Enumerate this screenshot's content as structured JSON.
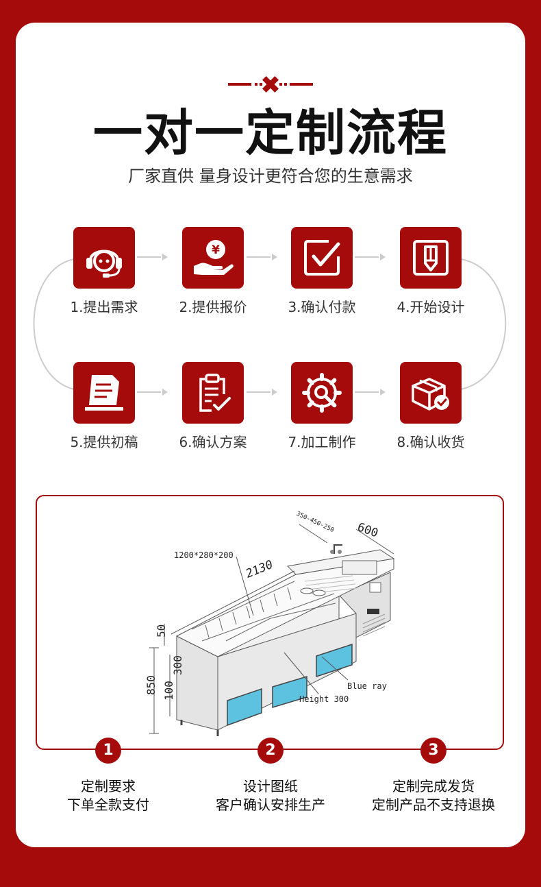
{
  "header": {
    "title": "一对一定制流程",
    "subtitle": "厂家直供 量身设计更符合您的生意需求"
  },
  "steps": [
    {
      "label": "1.提出需求",
      "icon": "headset-icon"
    },
    {
      "label": "2.提供报价",
      "icon": "yen-coin-hand-icon"
    },
    {
      "label": "3.确认付款",
      "icon": "checkbox-icon"
    },
    {
      "label": "4.开始设计",
      "icon": "pencil-document-icon"
    },
    {
      "label": "5.提供初稿",
      "icon": "draft-document-icon"
    },
    {
      "label": "6.确认方案",
      "icon": "clipboard-check-icon"
    },
    {
      "label": "7.加工制作",
      "icon": "gear-wrench-icon"
    },
    {
      "label": "8.确认收货",
      "icon": "package-check-icon"
    }
  ],
  "drawing": {
    "dim_width": "2130",
    "dim_depth": "600",
    "dim_side": "350-450-250",
    "dim_basin": "1200*280*200",
    "dim_50": "50",
    "dim_300": "300",
    "dim_100": "100",
    "dim_850": "850",
    "label_blue": "Blue ray",
    "label_height": "Height 300"
  },
  "notes": [
    {
      "num": "1",
      "line1": "定制要求",
      "line2": "下单全款支付"
    },
    {
      "num": "2",
      "line1": "设计图纸",
      "line2": "客户确认安排生产"
    },
    {
      "num": "3",
      "line1": "定制完成发货",
      "line2": "定制产品不支持退换"
    }
  ],
  "colors": {
    "accent": "#a50b0b",
    "background": "#ffffff"
  }
}
